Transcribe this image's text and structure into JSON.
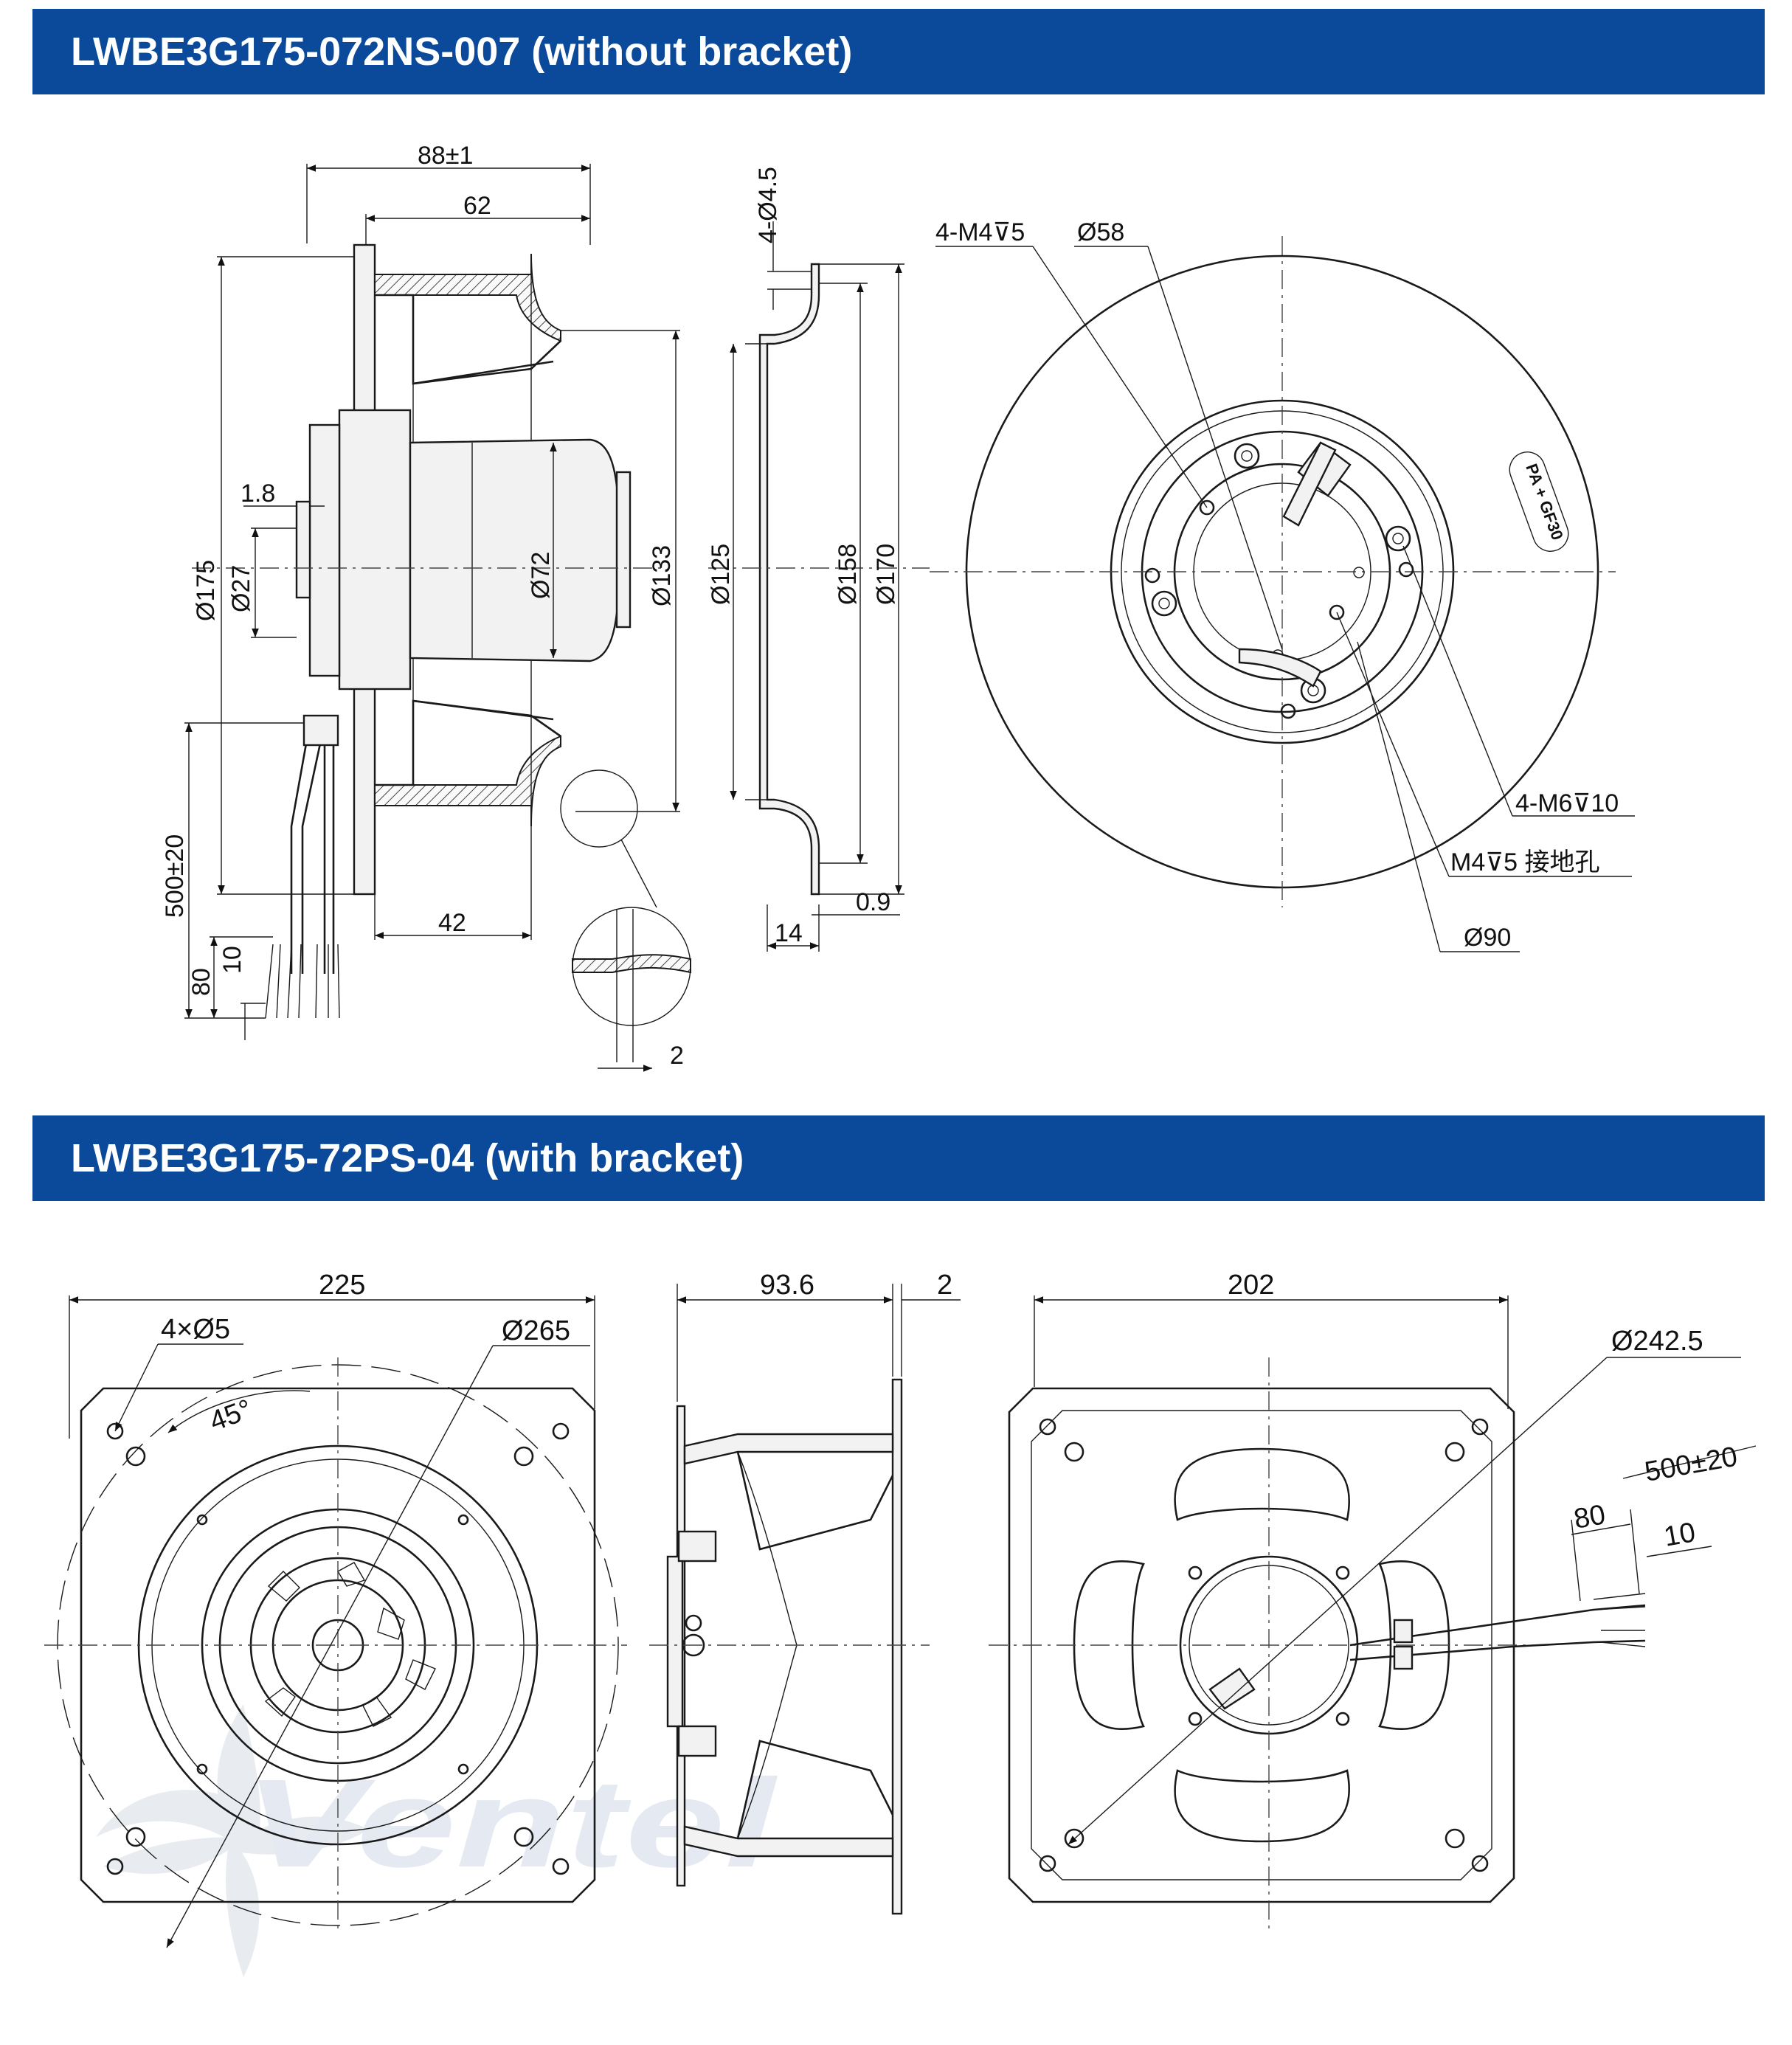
{
  "sections": [
    {
      "title": "LWBE3G175-072NS-007 (without bracket)"
    },
    {
      "title": "LWBE3G175-72PS-04 (with bracket)"
    }
  ],
  "drawing1": {
    "side_view": {
      "d_overall_depth": "88±1",
      "d_inlet_depth": "62",
      "d_1_8": "1.8",
      "d_175": "Ø175",
      "d_27": "Ø27",
      "d_72": "Ø72",
      "d_133": "Ø133",
      "d_42": "42",
      "d_cable": "500±20",
      "d_80": "80",
      "d_10": "10",
      "d_2": "2"
    },
    "ring_view": {
      "d_holes": "4-Ø4.5",
      "d_125": "Ø125",
      "d_158": "Ø158",
      "d_170": "Ø170",
      "d_14": "14",
      "d_0_9": "0.9"
    },
    "front_view": {
      "d_m4": "4-M4⊽5",
      "d_58": "Ø58",
      "d_m6": "4-M6⊽10",
      "d_ground": "M4⊽5 接地孔",
      "d_90": "Ø90",
      "material": "PA + GF30"
    }
  },
  "drawing2": {
    "front_view": {
      "d_225": "225",
      "d_holes": "4×Ø5",
      "d_265": "Ø265",
      "d_angle": "45°"
    },
    "side_view": {
      "d_93_6": "93.6",
      "d_2": "2"
    },
    "rear_view": {
      "d_202": "202",
      "d_242_5": "Ø242.5",
      "d_cable": "500±20",
      "d_80": "80",
      "d_10": "10"
    }
  },
  "watermark": "Ventel",
  "colors": {
    "banner": "#0b4a9a",
    "line": "#1a1a1a",
    "watermark": "#c9d7ea"
  }
}
